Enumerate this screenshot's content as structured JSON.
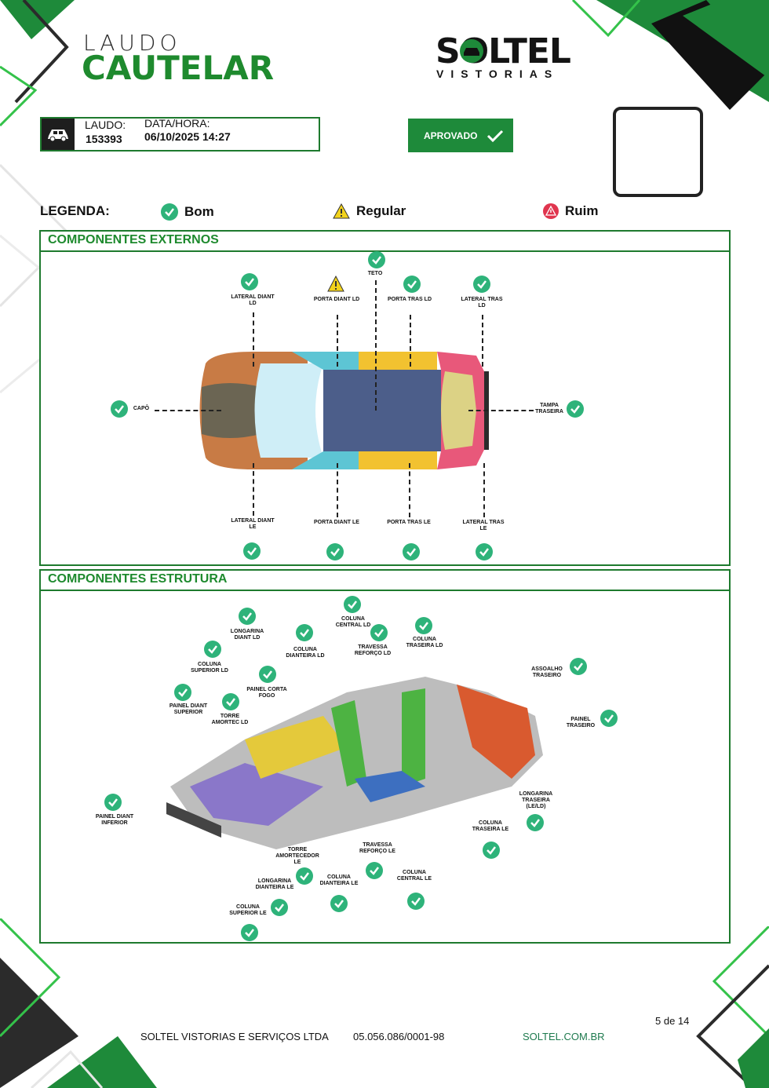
{
  "header": {
    "brand_line1": "LAUDO",
    "brand_line2": "CAUTELAR",
    "company_name": "SOLTEL",
    "company_sub": "VISTORIAS"
  },
  "info": {
    "laudo_label": "LAUDO:",
    "laudo_value": "153393",
    "datetime_label": "DATA/HORA:",
    "datetime_value": "06/10/2025 14:27"
  },
  "status": {
    "label": "APROVADO",
    "icon": "check-icon"
  },
  "legend": {
    "title": "LEGENDA:",
    "items": [
      {
        "label": "Bom",
        "icon": "check-circle-icon",
        "color": "#2eb37a"
      },
      {
        "label": "Regular",
        "icon": "warning-triangle-icon",
        "color": "#f2d21b"
      },
      {
        "label": "Ruim",
        "icon": "alert-triangle-icon",
        "color": "#e0354e"
      }
    ]
  },
  "external": {
    "title": "COMPONENTES EXTERNOS",
    "parts": [
      {
        "label": "TETO",
        "status": "bom"
      },
      {
        "label": "LATERAL DIANT LD",
        "status": "bom"
      },
      {
        "label": "PORTA DIANT LD",
        "status": "regular"
      },
      {
        "label": "PORTA TRAS LD",
        "status": "bom"
      },
      {
        "label": "LATERAL TRAS LD",
        "status": "bom"
      },
      {
        "label": "CAPÔ",
        "status": "bom"
      },
      {
        "label": "TAMPA TRASEIRA",
        "status": "bom"
      },
      {
        "label": "LATERAL DIANT LE",
        "status": "bom"
      },
      {
        "label": "PORTA DIANT LE",
        "status": "bom"
      },
      {
        "label": "PORTA TRAS LE",
        "status": "bom"
      },
      {
        "label": "LATERAL TRAS LE",
        "status": "bom"
      }
    ]
  },
  "structure": {
    "title": "COMPONENTES ESTRUTURA",
    "parts": [
      {
        "label": "COLUNA CENTRAL LD",
        "status": "bom"
      },
      {
        "label": "LONGARINA DIANT LD",
        "status": "bom"
      },
      {
        "label": "COLUNA DIANTEIRA LD",
        "status": "bom"
      },
      {
        "label": "TRAVESSA REFORÇO LD",
        "status": "bom"
      },
      {
        "label": "COLUNA TRASEIRA LD",
        "status": "bom"
      },
      {
        "label": "COLUNA SUPERIOR LD",
        "status": "bom"
      },
      {
        "label": "PAINEL CORTA FOGO",
        "status": "bom"
      },
      {
        "label": "ASSOALHO TRASEIRO",
        "status": "bom"
      },
      {
        "label": "PAINEL DIANT SUPERIOR",
        "status": "bom"
      },
      {
        "label": "TORRE AMORTEC LD",
        "status": "bom"
      },
      {
        "label": "PAINEL TRASEIRO",
        "status": "bom"
      },
      {
        "label": "PAINEL DIANT INFERIOR",
        "status": "bom"
      },
      {
        "label": "LONGARINA TRASEIRA (LE/LD)",
        "status": "bom"
      },
      {
        "label": "COLUNA TRASEIRA LE",
        "status": "bom"
      },
      {
        "label": "TORRE AMORTECEDOR LE",
        "status": "bom"
      },
      {
        "label": "TRAVESSA REFORÇO LE",
        "status": "bom"
      },
      {
        "label": "COLUNA CENTRAL LE",
        "status": "bom"
      },
      {
        "label": "COLUNA DIANTEIRA LE",
        "status": "bom"
      },
      {
        "label": "LONGARINA DIANTEIRA LE",
        "status": "bom"
      },
      {
        "label": "COLUNA SUPERIOR LE",
        "status": "bom"
      }
    ]
  },
  "footer": {
    "company": "SOLTEL VISTORIAS E SERVIÇOS LTDA",
    "cnpj": "05.056.086/0001-98",
    "site": "SOLTEL.COM.BR",
    "page": "5 de 14"
  }
}
